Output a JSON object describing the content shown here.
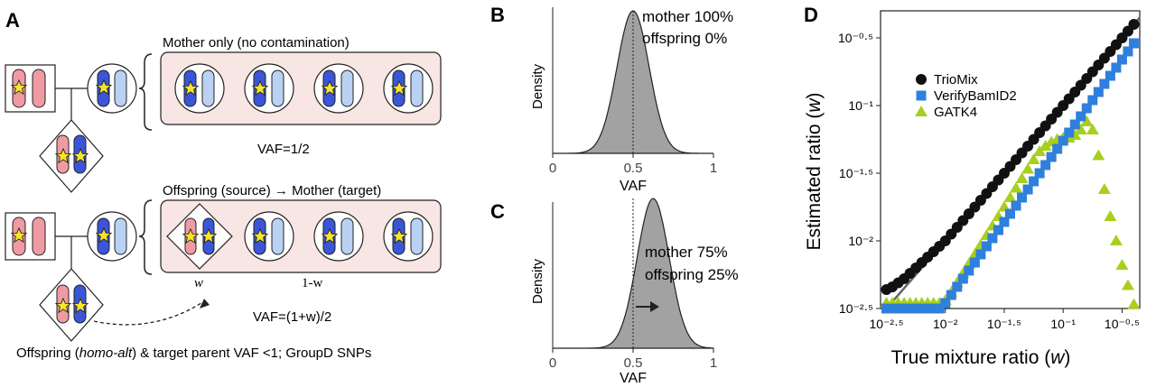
{
  "panelA": {
    "letter": "A",
    "top_title": "Mother only (no contamination)",
    "top_vaf": "VAF=1/2",
    "bottom_title": "Offspring (source) → Mother (target)",
    "w_label": "w",
    "one_minus_w": "1-w",
    "bottom_vaf": "VAF=(1+w)/2",
    "caption_pre": "Offspring (",
    "caption_italic": "homo-alt",
    "caption_post": ") & target parent VAF <1;  GroupD SNPs",
    "colors": {
      "maternal": "#f09aa3",
      "dark_blue": "#3b55d8",
      "light_blue": "#b9d2f4",
      "box_fill": "#f8e6e4",
      "star": "#f6e52a"
    }
  },
  "panelB": {
    "letter": "B",
    "ylabel": "Density",
    "xlabel": "VAF",
    "xticks": [
      "0",
      "0.5",
      "1"
    ],
    "annot1": "mother 100%",
    "annot2": "offspring 0%",
    "chart_data": {
      "type": "area",
      "mean": 0.5,
      "sd": 0.1,
      "xlim": [
        0,
        1
      ],
      "reference_line": 0.5
    }
  },
  "panelC": {
    "letter": "C",
    "ylabel": "Density",
    "xlabel": "VAF",
    "xticks": [
      "0",
      "0.5",
      "1"
    ],
    "annot1": "mother 75%",
    "annot2": "offspring 25%",
    "chart_data": {
      "type": "area",
      "mean": 0.625,
      "sd": 0.1,
      "xlim": [
        0,
        1
      ],
      "reference_line": 0.5
    }
  },
  "panelD": {
    "letter": "D",
    "ylabel_pre": "Estimated ratio (",
    "ylabel_sym": "w",
    "ylabel_post": ")",
    "xlabel_pre": "True mixture ratio (",
    "xlabel_sym": "w",
    "xlabel_post": ")",
    "xticks": [
      "10⁻²·⁵",
      "10⁻²",
      "10⁻¹·⁵",
      "10⁻¹",
      "10⁻⁰·⁵"
    ],
    "yticks": [
      "10⁻²·⁵",
      "10⁻²",
      "10⁻¹·⁵",
      "10⁻¹",
      "10⁻⁰·⁵"
    ],
    "chart_data": {
      "type": "scatter",
      "x_scale": "log10",
      "xlim_log10": [
        -2.55,
        -0.35
      ],
      "ylim_log10": [
        -2.5,
        -0.3
      ],
      "series": [
        {
          "name": "TrioMix",
          "color": "#111111",
          "marker": "circle",
          "x_log10": [
            -2.5,
            -2.45,
            -2.4,
            -2.35,
            -2.3,
            -2.25,
            -2.2,
            -2.15,
            -2.1,
            -2.05,
            -2.0,
            -1.95,
            -1.9,
            -1.85,
            -1.8,
            -1.75,
            -1.7,
            -1.65,
            -1.6,
            -1.55,
            -1.5,
            -1.45,
            -1.4,
            -1.35,
            -1.3,
            -1.25,
            -1.2,
            -1.15,
            -1.1,
            -1.05,
            -1.0,
            -0.95,
            -0.9,
            -0.85,
            -0.8,
            -0.75,
            -0.7,
            -0.65,
            -0.6,
            -0.55,
            -0.5,
            -0.45,
            -0.4
          ],
          "y_log10": [
            -2.36,
            -2.34,
            -2.31,
            -2.28,
            -2.24,
            -2.2,
            -2.16,
            -2.12,
            -2.08,
            -2.04,
            -2.0,
            -1.95,
            -1.9,
            -1.85,
            -1.8,
            -1.75,
            -1.7,
            -1.65,
            -1.6,
            -1.55,
            -1.5,
            -1.45,
            -1.4,
            -1.35,
            -1.3,
            -1.25,
            -1.2,
            -1.15,
            -1.1,
            -1.05,
            -1.0,
            -0.95,
            -0.9,
            -0.85,
            -0.8,
            -0.75,
            -0.7,
            -0.65,
            -0.6,
            -0.55,
            -0.5,
            -0.45,
            -0.4
          ]
        },
        {
          "name": "VerifyBamID2",
          "color": "#2f7fdc",
          "marker": "square",
          "x_log10": [
            -2.5,
            -2.45,
            -2.4,
            -2.35,
            -2.3,
            -2.25,
            -2.2,
            -2.15,
            -2.1,
            -2.05,
            -2.0,
            -1.95,
            -1.9,
            -1.85,
            -1.8,
            -1.75,
            -1.7,
            -1.65,
            -1.6,
            -1.55,
            -1.5,
            -1.45,
            -1.4,
            -1.35,
            -1.3,
            -1.25,
            -1.2,
            -1.15,
            -1.1,
            -1.05,
            -1.0,
            -0.95,
            -0.9,
            -0.85,
            -0.8,
            -0.75,
            -0.7,
            -0.65,
            -0.6,
            -0.55,
            -0.5,
            -0.45,
            -0.4
          ],
          "y_log10": [
            -2.5,
            -2.5,
            -2.5,
            -2.5,
            -2.5,
            -2.5,
            -2.5,
            -2.5,
            -2.5,
            -2.5,
            -2.46,
            -2.4,
            -2.34,
            -2.28,
            -2.22,
            -2.16,
            -2.1,
            -2.04,
            -1.98,
            -1.92,
            -1.86,
            -1.8,
            -1.74,
            -1.68,
            -1.62,
            -1.56,
            -1.5,
            -1.44,
            -1.38,
            -1.32,
            -1.26,
            -1.2,
            -1.14,
            -1.08,
            -1.02,
            -0.96,
            -0.9,
            -0.84,
            -0.78,
            -0.72,
            -0.66,
            -0.6,
            -0.54
          ]
        },
        {
          "name": "GATK4",
          "color": "#a8cf1e",
          "marker": "triangle",
          "x_log10": [
            -2.5,
            -2.45,
            -2.4,
            -2.35,
            -2.3,
            -2.25,
            -2.2,
            -2.15,
            -2.1,
            -2.05,
            -2.0,
            -1.95,
            -1.9,
            -1.85,
            -1.8,
            -1.75,
            -1.7,
            -1.65,
            -1.6,
            -1.55,
            -1.5,
            -1.45,
            -1.4,
            -1.35,
            -1.3,
            -1.25,
            -1.2,
            -1.15,
            -1.1,
            -1.05,
            -1.0,
            -0.95,
            -0.9,
            -0.85,
            -0.8,
            -0.75,
            -0.7,
            -0.65,
            -0.6,
            -0.55,
            -0.5,
            -0.45,
            -0.4
          ],
          "y_log10": [
            -2.46,
            -2.46,
            -2.46,
            -2.46,
            -2.46,
            -2.46,
            -2.46,
            -2.46,
            -2.46,
            -2.46,
            -2.44,
            -2.38,
            -2.31,
            -2.24,
            -2.17,
            -2.1,
            -2.03,
            -1.96,
            -1.89,
            -1.82,
            -1.75,
            -1.68,
            -1.61,
            -1.54,
            -1.47,
            -1.4,
            -1.34,
            -1.3,
            -1.27,
            -1.25,
            -1.24,
            -1.24,
            -1.22,
            -1.18,
            -1.12,
            -1.18,
            -1.37,
            -1.62,
            -1.82,
            -2.0,
            -2.18,
            -2.33,
            -2.47
          ]
        }
      ]
    }
  }
}
